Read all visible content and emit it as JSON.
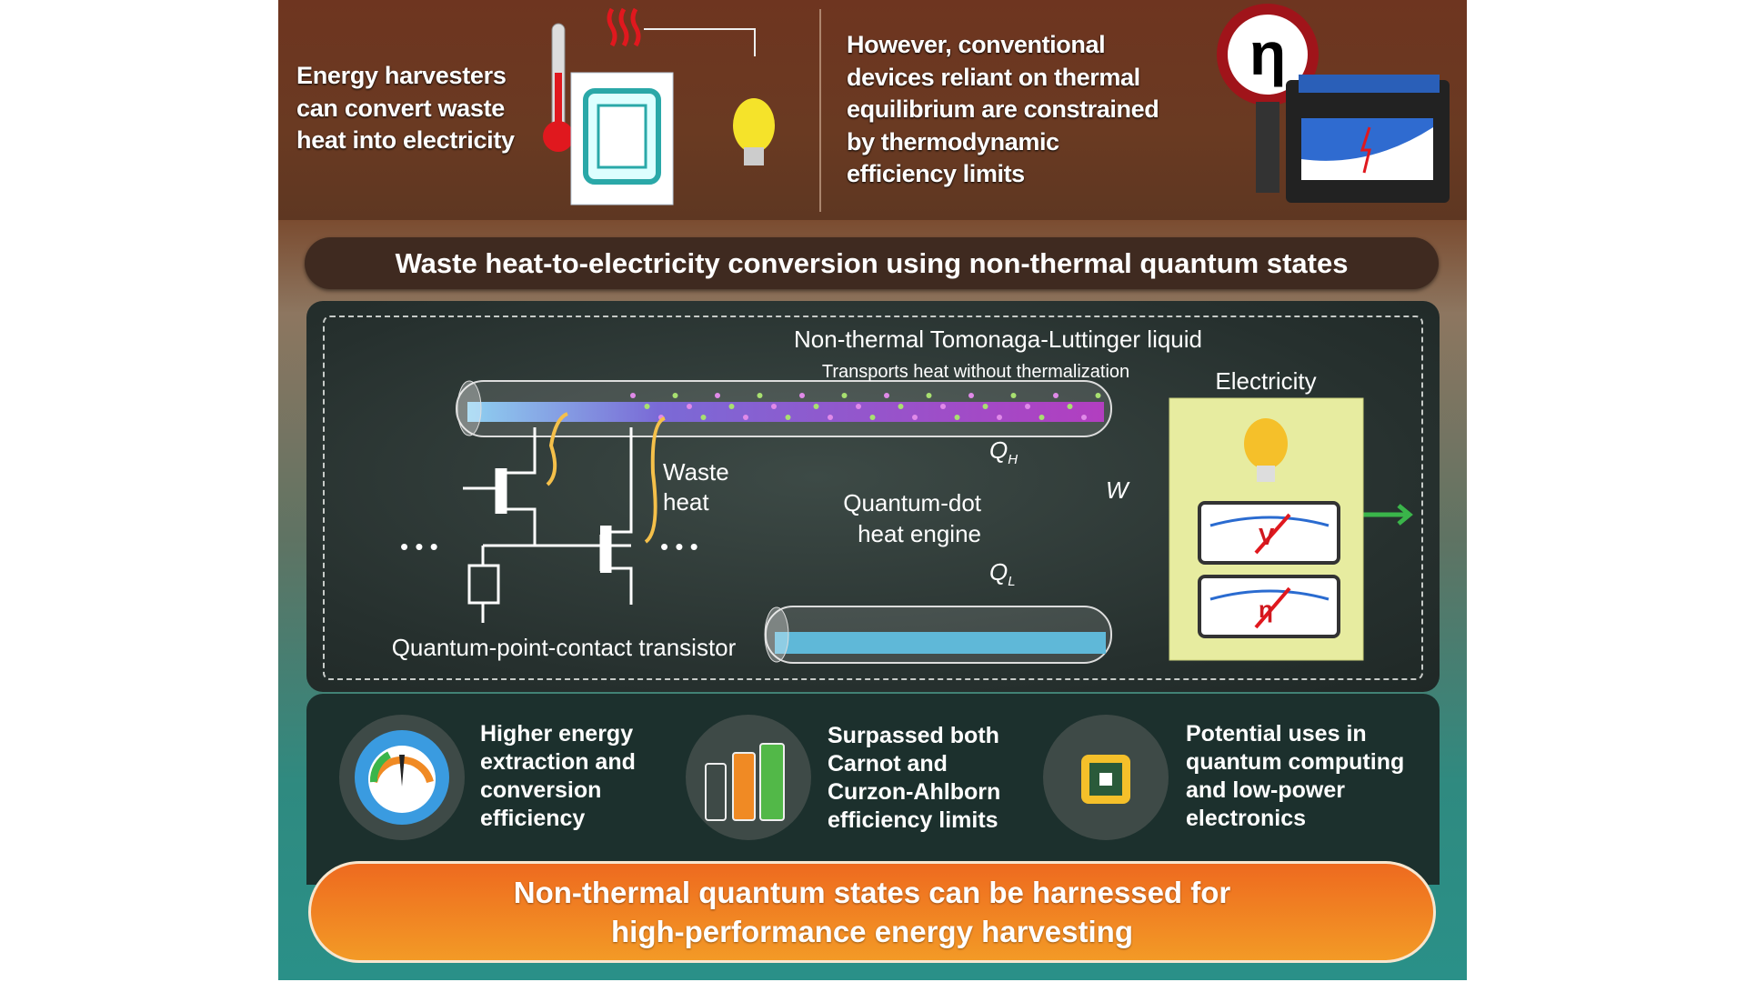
{
  "top": {
    "left_text": [
      "Energy harvesters",
      "can convert waste",
      "heat into electricity"
    ],
    "right_text": [
      "However, conventional",
      "devices reliant on thermal",
      "equilibrium are constrained",
      "by thermodynamic",
      "efficiency limits"
    ],
    "eta_symbol": "η"
  },
  "title": "Waste heat-to-electricity conversion using non-thermal quantum states",
  "diagram": {
    "tll_title": "Non-thermal Tomonaga-Luttinger liquid",
    "tll_subtitle": "Transports heat without thermalization",
    "waste_heat": [
      "Waste",
      "heat"
    ],
    "qd_label": [
      "Quantum-dot",
      "heat engine"
    ],
    "q_h": "Q",
    "q_h_sub": "H",
    "q_l": "Q",
    "q_l_sub": "L",
    "w": "W",
    "electricity": "Electricity",
    "meter_v": "V",
    "meter_eta": "η",
    "ellipsis_left": "• • •",
    "ellipsis_right": "• • •",
    "transistor_label": "Quantum-point-contact transistor"
  },
  "features": [
    {
      "icon": "gauge-gear-icon",
      "lines": [
        "Higher energy",
        "extraction and",
        "conversion",
        "efficiency"
      ]
    },
    {
      "icon": "batteries-icon",
      "lines": [
        "Surpassed both",
        "Carnot and",
        "Curzon-Ahlborn",
        "efficiency limits"
      ]
    },
    {
      "icon": "chip-icon",
      "lines": [
        "Potential uses in",
        "quantum computing",
        "and low-power",
        "electronics"
      ]
    }
  ],
  "conclusion": [
    "Non-thermal quantum states can be harnessed for",
    "high-performance energy harvesting"
  ],
  "colors": {
    "brown": "#6e3520",
    "orange": "#ee6a1f",
    "teal": "#2a9088",
    "accent_yellow": "#f5c02a",
    "cyan": "#22c8d8",
    "green": "#3ab54a"
  }
}
